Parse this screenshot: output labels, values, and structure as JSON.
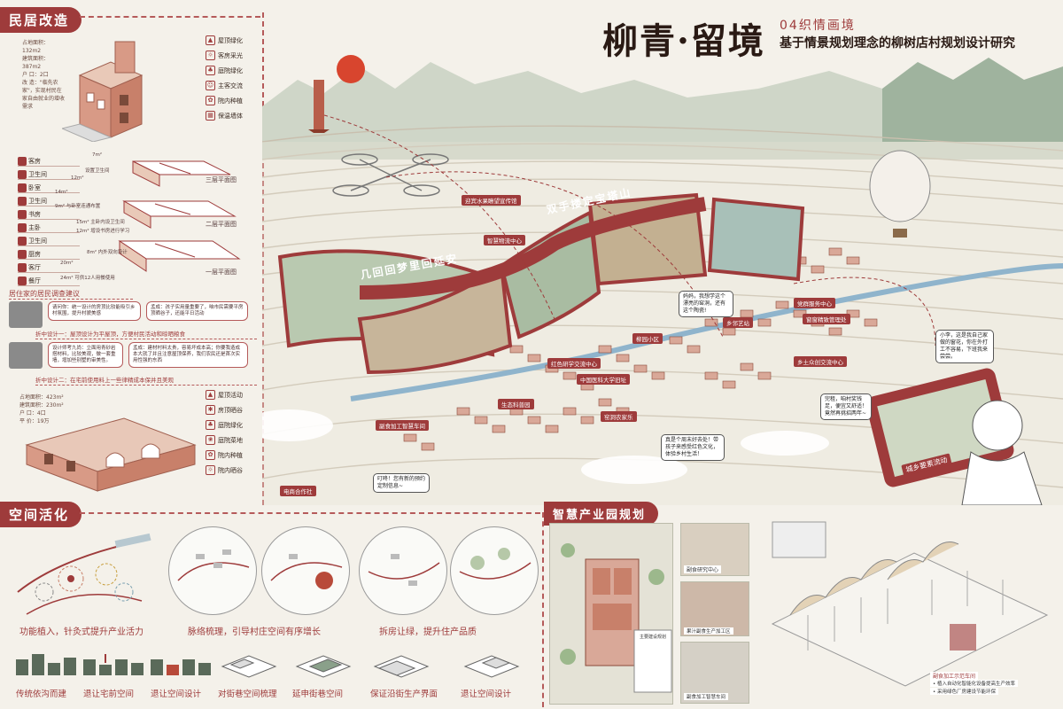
{
  "sections": {
    "minju": "民居改造",
    "kongjian": "空间活化",
    "zhihui": "智慧产业园规划"
  },
  "title": {
    "main": "柳青·留境",
    "sub1": "04织情画境",
    "sub2": "基于情景规划理念的柳树店村规划设计研究"
  },
  "house1": {
    "info": [
      "占地面积：132m2",
      "建筑面积：387m2",
      "户      口：2口",
      "改      造：\"临先农家\"，实现村民在家自由就业的增收需求"
    ],
    "legend": [
      "屋顶绿化",
      "客房采光",
      "庭院绿化",
      "主客交流",
      "院内种植",
      "保温墙体"
    ]
  },
  "rooms": [
    "客房",
    "卫生间",
    "卧室",
    "卫生间",
    "书房",
    "主卧",
    "卫生间",
    "厨房",
    "客厅",
    "餐厅"
  ],
  "floors": {
    "f3": "三层平面图",
    "f2": "二层平面图",
    "f1": "一层平面图",
    "notes": [
      "7m²",
      "设置卫生间",
      "12m²",
      "14m²",
      "9m² 与卧室连通布置",
      "15m² 主卧内设卫生间",
      "12m² 增设书房进行学习",
      "8m² 内外双向设计",
      "20m²",
      "24m² 可供12人用餐使用"
    ]
  },
  "survey": {
    "title": "居住家的居民调查建议",
    "q1": "请问你：统一设计的房顶比较能吸引乡村氛围，提升村貌美感",
    "a1": "孟成：孩子实用量重要了，咱市民需要平房顶晒谷子，还能平日活动",
    "n1": "折中设计一：屋顶设计为平屋顶，方便村民活动和晾晒粮食",
    "q2": "设计师考九尚：立面用青砂岩搭材料，比较美观，做一套重墙，增加些别墅的审美性。",
    "a2": "孟成：建材村料太贵，容易坏成本高；你要我造成本大就了并且注意屋顶保养，我们农民还是首次实用性强的东西",
    "n2": "折中设计二：在宅前使用料上一些律精成本保并且美观"
  },
  "house2": {
    "info": [
      "占地面积：423m²",
      "建筑面积：230m²",
      "户      口：4口",
      "平      价：19万"
    ],
    "legend": [
      "屋顶活动",
      "房顶晒谷",
      "庭院绿化",
      "庭院菜地",
      "院内种植",
      "院内晒谷"
    ]
  },
  "scene": {
    "banner1": "几回回梦里回延安",
    "banner2": "双手搂定宝塔山",
    "tags": [
      "迎宾水果瞭望宣传馆",
      "智慧物流中心",
      "党群服务中心",
      "乡邻艺站",
      "窗窗精致管理处",
      "柳园小区",
      "红色研学交流中心",
      "中国医科大学旧址",
      "乡土众创交流中心",
      "生态科普园",
      "窑洞农家乐",
      "副食加工智慧车间",
      "电商合作社",
      "城乡要素流动"
    ],
    "bubbles": [
      "妈妈，我想学这个漂亮的窑洞，还有这个陶瓷!",
      "小李，这是我自己家做的窗花，你在外打工不容易，下班我来尝尝。",
      "完租，咱村奖钱足，便宜又舒适！竟然再挑招两年~",
      "真是个周末好去处！带孩子来感受红色文化，体验乡村生活！",
      "叮咚！您有新的预约定制信息~"
    ]
  },
  "space": {
    "caps": [
      "功能植入，针灸式提升产业活力",
      "脉络梳理，引导村庄空间有序增长",
      "拆房让绿，提升住产品质"
    ],
    "bottom": [
      "传统依沟而建",
      "退让宅前空间",
      "退让空间设计",
      "对街巷空间梳理",
      "延申街巷空间",
      "保证沿街生产界面",
      "退让空间设计"
    ]
  },
  "park": {
    "legend_title": "主要建设规划",
    "small": [
      "副食研究中心",
      "果汁副食生产加工区",
      "副食加工智慧车间"
    ],
    "notes": [
      "副食加工示范车间",
      "• 植入自动化智能化设备提高生产效率",
      "• 采用绿色厂房建设节能环保"
    ]
  },
  "colors": {
    "accent": "#9e3b3b",
    "bg": "#f4f1ea",
    "dark": "#2a1a14"
  }
}
